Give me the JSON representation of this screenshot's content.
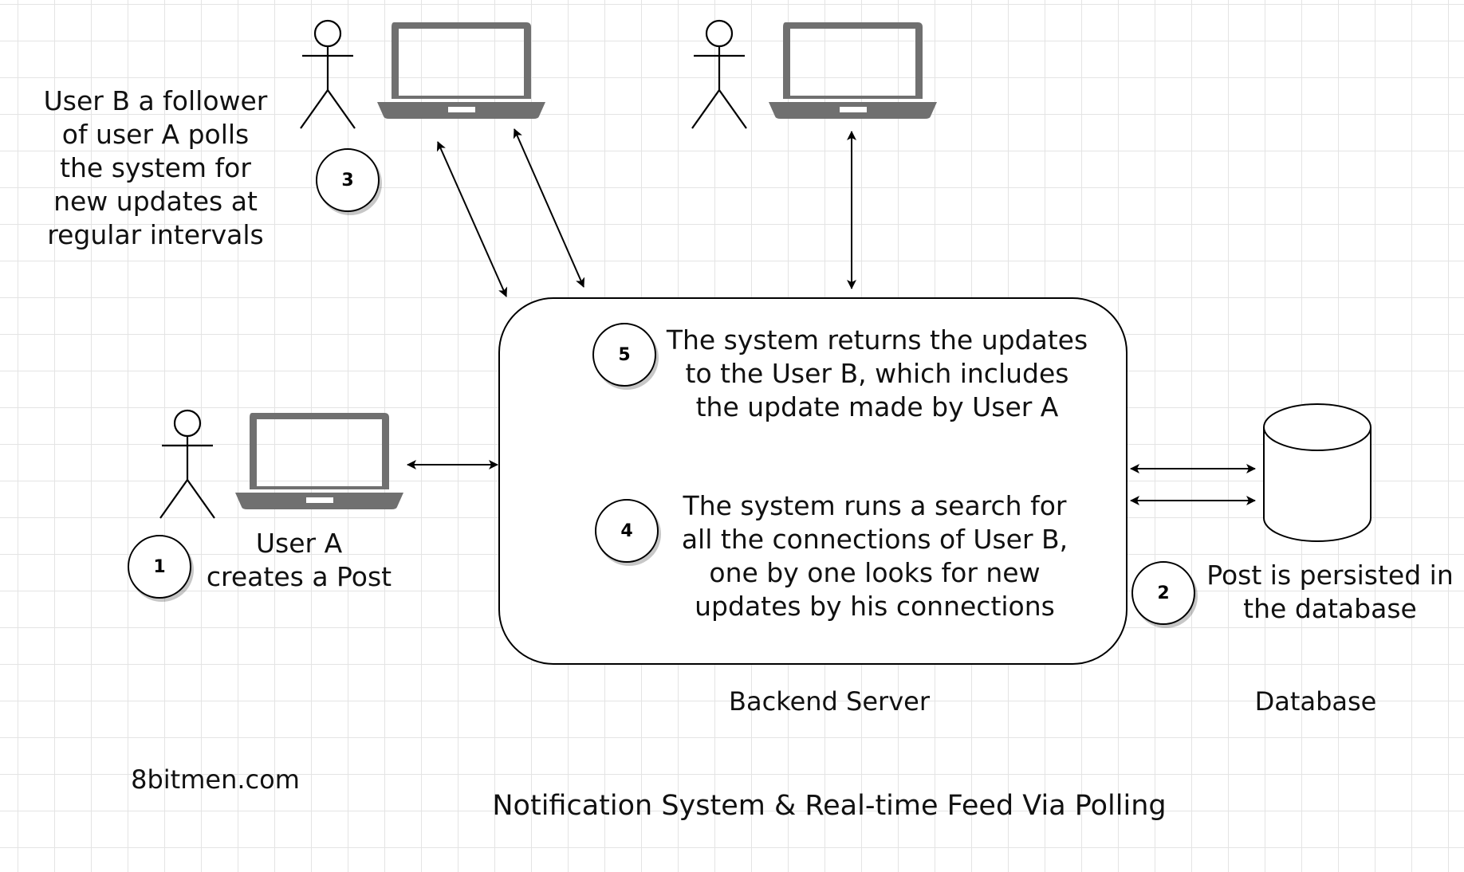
{
  "steps": {
    "step1": "1",
    "step2": "2",
    "step3": "3",
    "step4": "4",
    "step5": "5"
  },
  "texts": {
    "user_b_note": "User B a follower\nof user A polls\nthe system for\nnew updates at\nregular intervals",
    "step5_text": "The system returns the updates\nto the User B, which includes\nthe update made by User A",
    "step4_text": "The system runs a search for\nall the connections of User B,\none by one looks for new\nupdates by his connections",
    "user_a_text": "User A\ncreates a Post",
    "db_note": "Post is persisted in\nthe database"
  },
  "labels": {
    "backend": "Backend Server",
    "database": "Database",
    "brand": "8bitmen.com",
    "title": "Notification System & Real-time Feed Via Polling"
  },
  "icons": {
    "actor": "stick-figure-icon",
    "laptop": "laptop-icon",
    "database": "database-cylinder-icon"
  },
  "colors": {
    "laptop": "#707070",
    "stroke": "#000000",
    "grid": "#e4e4e4"
  }
}
